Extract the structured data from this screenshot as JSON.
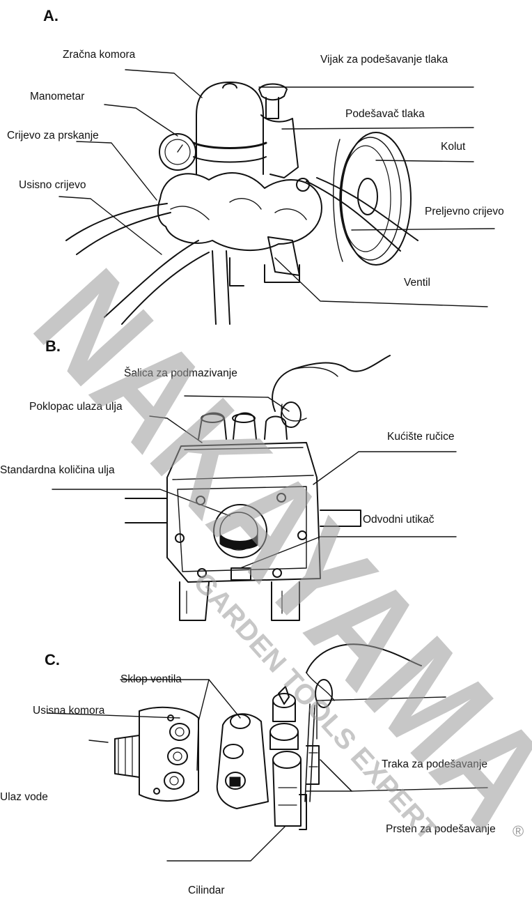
{
  "sections": {
    "a": {
      "title": "A.",
      "labels": {
        "air_chamber": "Zračna komora",
        "pressure_screw": "Vijak za podešavanje tlaka",
        "gauge": "Manometar",
        "pressure_regulator": "Podešavač tlaka",
        "spray_hose": "Crijevo za prskanje",
        "pulley": "Kolut",
        "suction_hose": "Usisno crijevo",
        "overflow_hose": "Preljevno crijevo",
        "valve": "Ventil"
      }
    },
    "b": {
      "title": "B.",
      "labels": {
        "grease_cup": "Šalica za podmazivanje",
        "oil_inlet_cap": "Poklopac ulaza ulja",
        "crank_housing": "Kućište ručice",
        "standard_oil": "Standardna količina ulja",
        "drain_plug": "Odvodni utikač"
      }
    },
    "c": {
      "title": "C.",
      "labels": {
        "valve_assembly": "Sklop ventila",
        "suction_chamber": "Usisna komora",
        "adjust_strap": "Traka za podešavanje",
        "water_inlet": "Ulaz vode",
        "adjust_ring": "Prsten za podešavanje",
        "cylinder": "Cilindar"
      }
    }
  },
  "watermark": {
    "brand": "NAKAYAMA",
    "tagline": "GARDEN TOOLS EXPERT",
    "registered": "®",
    "color": "#9a9a9a"
  }
}
